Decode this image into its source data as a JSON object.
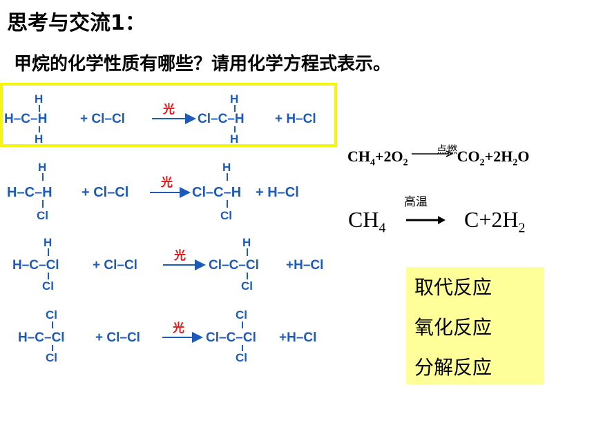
{
  "title": "思考与交流1：",
  "question": "甲烷的化学性质有哪些？请用化学方程式表示。",
  "reactions": [
    {
      "top": "H",
      "middle_left": "H–C–H",
      "bottom": "H",
      "reagent": "+ Cl–Cl",
      "condition": "光",
      "product_top": "H",
      "product_middle": "Cl–C–H",
      "product_bottom": "H",
      "byproduct": "+ H–Cl"
    },
    {
      "top": "H",
      "middle_left": "H–C–H",
      "bottom": "Cl",
      "reagent": "+ Cl–Cl",
      "condition": "光",
      "product_top": "H",
      "product_middle": "Cl–C–H",
      "product_bottom": "Cl",
      "byproduct": "+ H–Cl"
    },
    {
      "top": "H",
      "middle_left": "H–C–Cl",
      "bottom": "Cl",
      "reagent": "+ Cl–Cl",
      "condition": "光",
      "product_top": "H",
      "product_middle": "Cl–C–Cl",
      "product_bottom": "Cl",
      "byproduct": "+H–Cl"
    },
    {
      "top": "Cl",
      "middle_left": "H–C–Cl",
      "bottom": "Cl",
      "reagent": "+ Cl–Cl",
      "condition": "光",
      "product_top": "Cl",
      "product_middle": "Cl–C–Cl",
      "product_bottom": "Cl",
      "byproduct": "+H–Cl"
    }
  ],
  "combustion": {
    "condition": "点燃",
    "lhs_a": "CH",
    "lhs_a_sub": "4",
    "lhs_b": "+2O",
    "lhs_b_sub": "2",
    "rhs_a": "CO",
    "rhs_a_sub": "2",
    "rhs_b": "+2H",
    "rhs_b_sub": "2",
    "rhs_c": "O"
  },
  "decomposition": {
    "condition": "高温",
    "lhs": "CH",
    "lhs_sub": "4",
    "rhs": "C+2H",
    "rhs_sub": "2"
  },
  "reaction_types": [
    "取代反应",
    "氧化反应",
    "分解反应"
  ],
  "colors": {
    "formula_blue": "#1e5bb8",
    "light_red": "#e01818",
    "highlight_yellow": "#f5f512",
    "types_bg": "#ffff99"
  }
}
